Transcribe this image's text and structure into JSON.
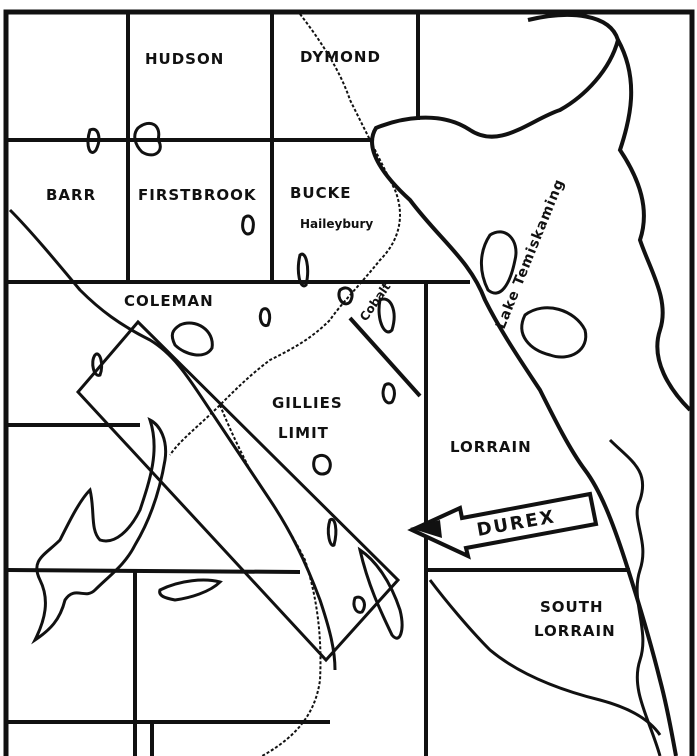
{
  "map": {
    "townships": [
      {
        "key": "hudson",
        "label": "HUDSON"
      },
      {
        "key": "dymond",
        "label": "DYMOND"
      },
      {
        "key": "barr",
        "label": "BARR"
      },
      {
        "key": "firstbrook",
        "label": "FIRSTBROOK"
      },
      {
        "key": "bucke",
        "label": "BUCKE"
      },
      {
        "key": "coleman",
        "label": "COLEMAN"
      },
      {
        "key": "gillies",
        "label_line1": "GILLIES",
        "label_line2": "LIMIT"
      },
      {
        "key": "lorrain",
        "label": "LORRAIN"
      },
      {
        "key": "south_lorrain",
        "label_line1": "SOUTH",
        "label_line2": "LORRAIN"
      }
    ],
    "town": "Haileybury",
    "small_township": "Cobalt",
    "lake": "Lake Temiskaming",
    "arrow_label": "DUREX"
  },
  "colors": {
    "ink": "#111111",
    "paper": "#ffffff"
  }
}
